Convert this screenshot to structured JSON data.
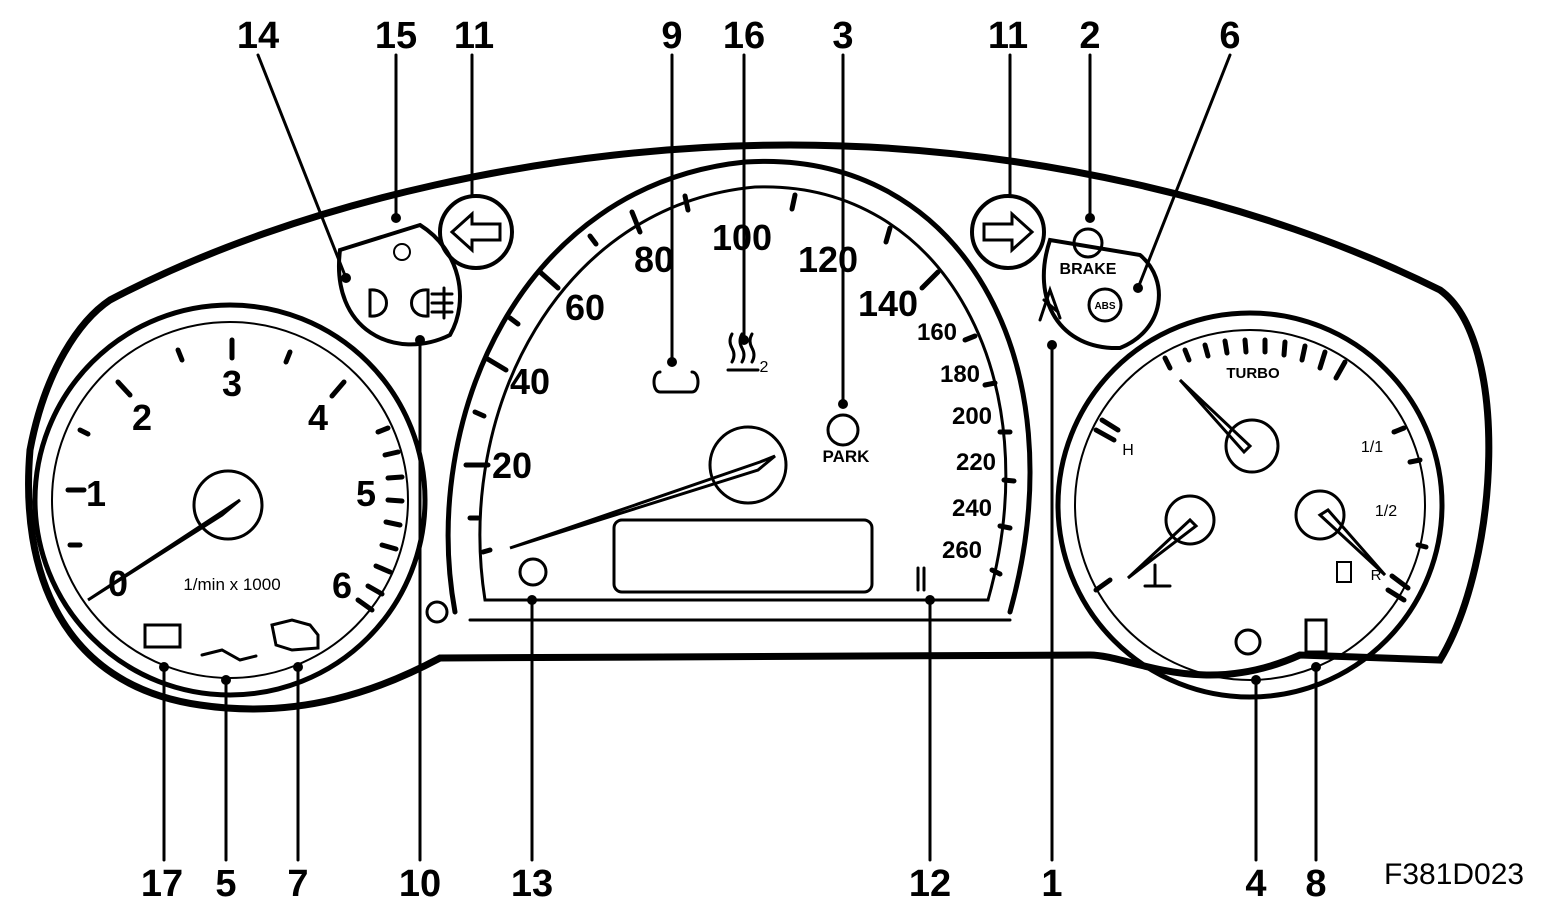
{
  "callouts": {
    "c14": "14",
    "c15": "15",
    "c11l": "11",
    "c9": "9",
    "c16": "16",
    "c3": "3",
    "c11r": "11",
    "c2": "2",
    "c6": "6",
    "c17": "17",
    "c5": "5",
    "c7": "7",
    "c10": "10",
    "c13": "13",
    "c12": "12",
    "c1": "1",
    "c4": "4",
    "c8": "8"
  },
  "tachometer": {
    "numbers": [
      "0",
      "1",
      "2",
      "3",
      "4",
      "5",
      "6"
    ],
    "unit": "1/min x 1000"
  },
  "speedometer": {
    "numbers": [
      "20",
      "40",
      "60",
      "80",
      "100",
      "120",
      "140",
      "160",
      "180",
      "200",
      "220",
      "240",
      "260"
    ]
  },
  "right_gauge": {
    "turbo": "TURBO",
    "temp_high": "H",
    "fuel_full": "1/1",
    "fuel_half": "1/2",
    "fuel_reserve": "R"
  },
  "labels": {
    "brake": "BRAKE",
    "park": "PARK",
    "abs": "ABS",
    "rear_defrost_suffix": "2",
    "figure_code": "F381D023"
  }
}
